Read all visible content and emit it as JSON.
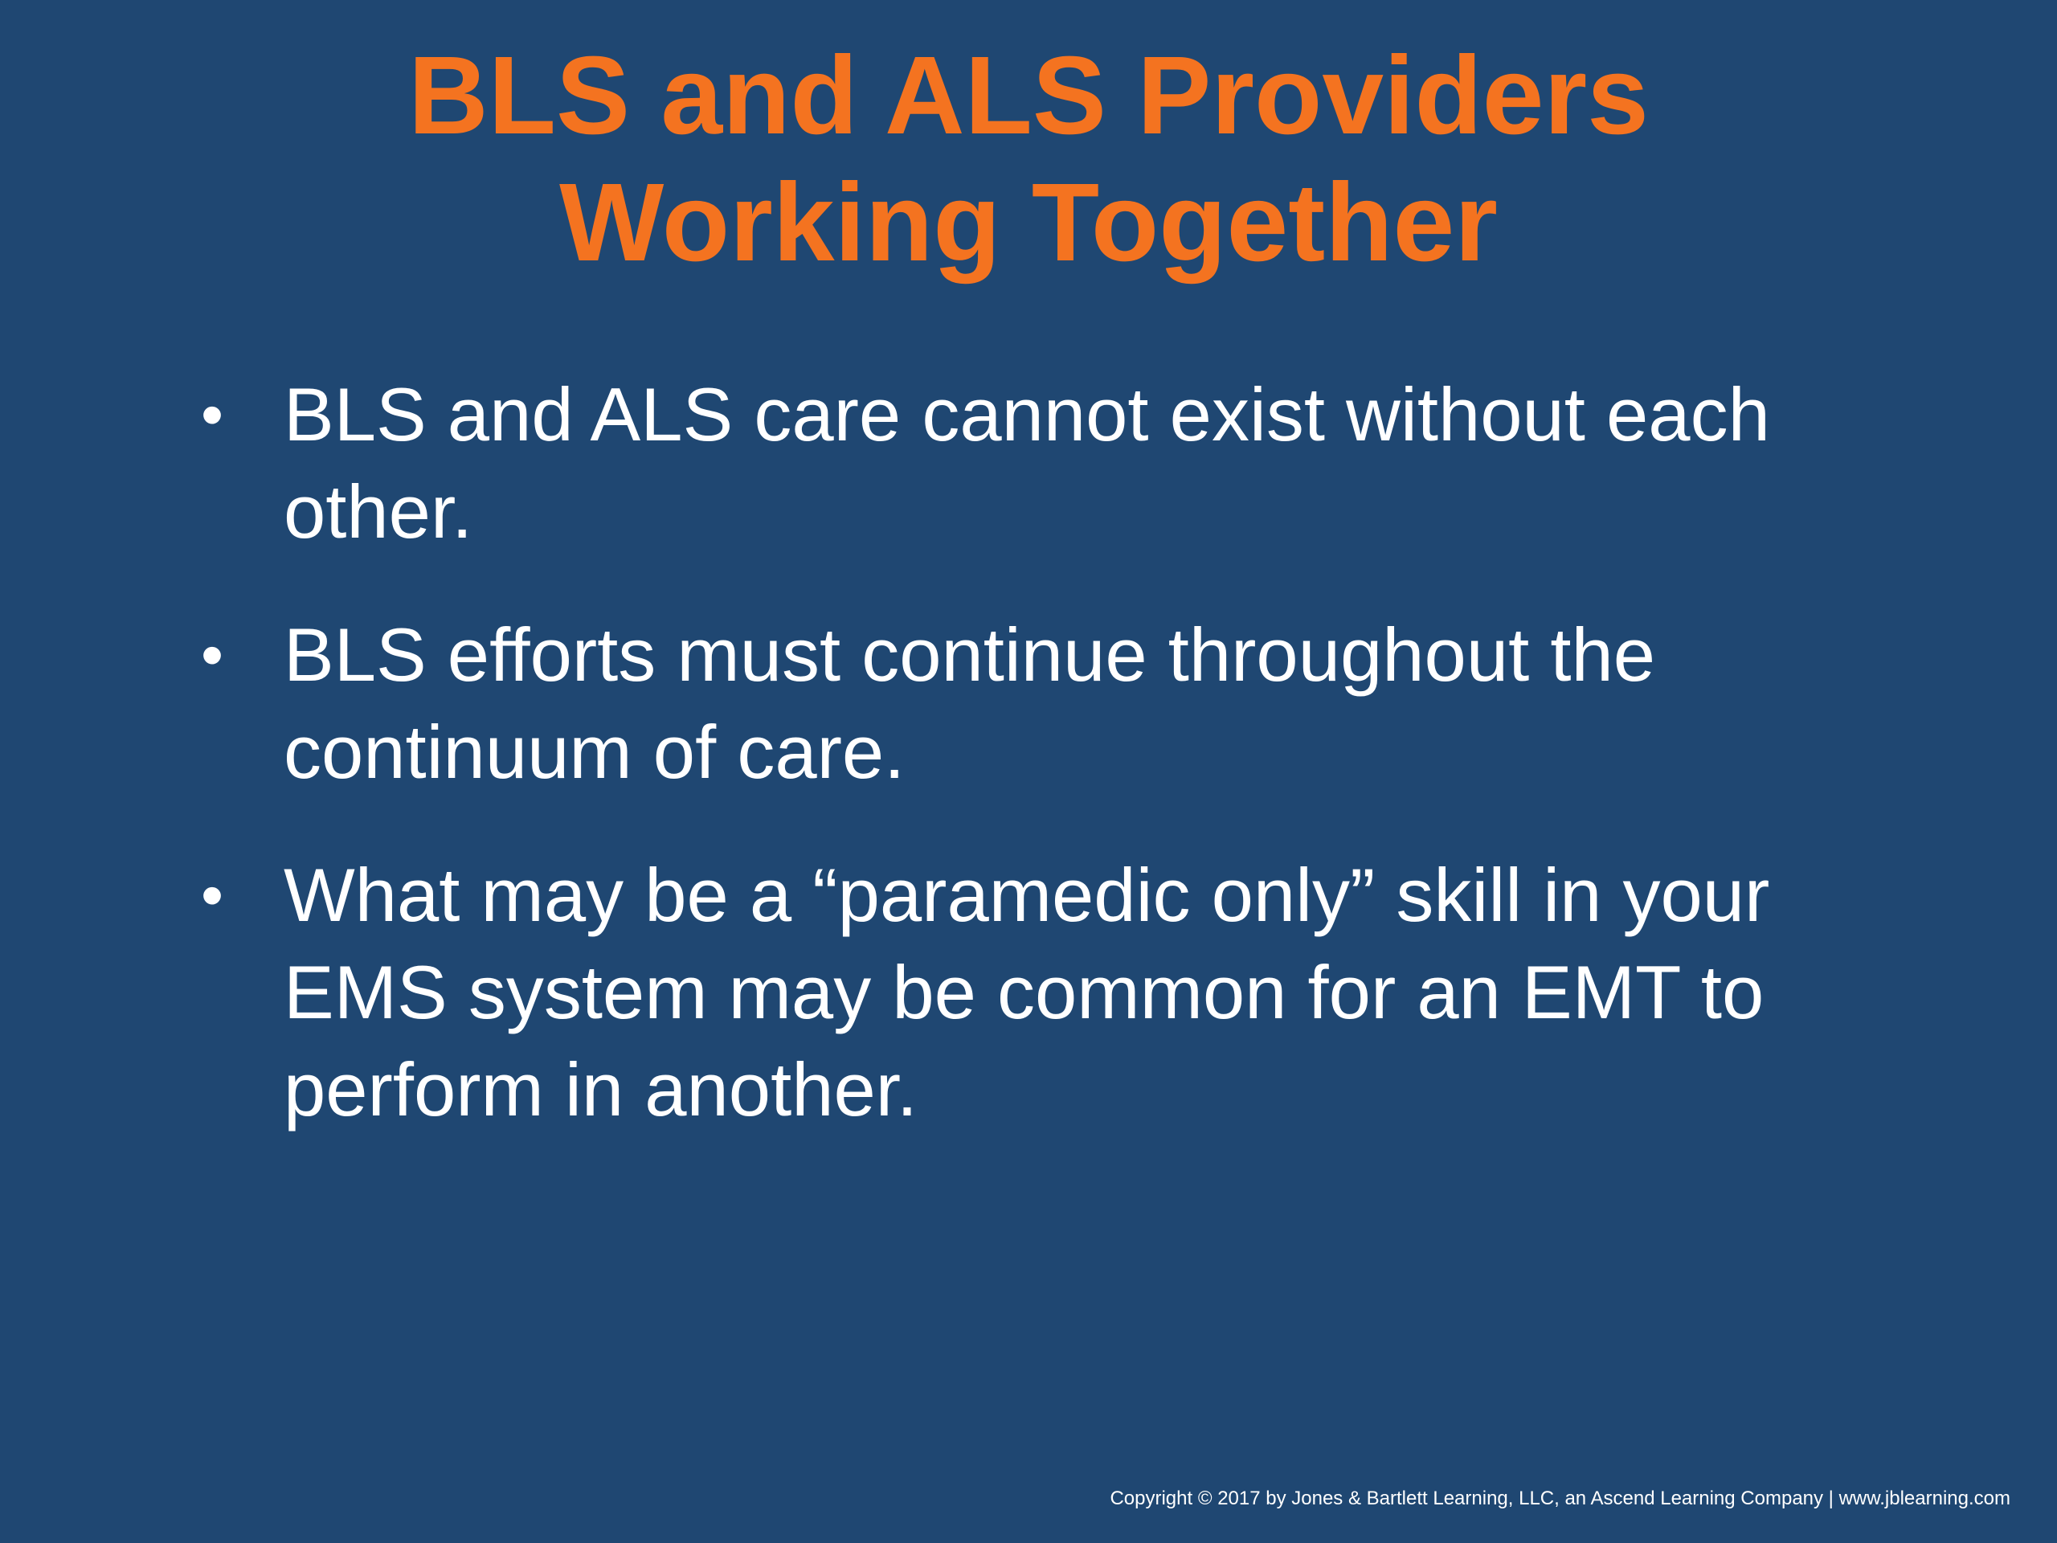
{
  "slide": {
    "title_line1": "BLS and ALS Providers",
    "title_line2": "Working Together",
    "bullets": [
      "BLS and ALS care cannot exist without each other.",
      "BLS efforts must continue throughout the continuum of care.",
      "What may be a “paramedic only” skill in your EMS system may be common for an EMT to perform in another."
    ],
    "bullet_symbol": "•",
    "footer": "Copyright © 2017 by Jones & Bartlett Learning, LLC, an Ascend Learning Company  |  www.jblearning.com"
  },
  "colors": {
    "background": "#1f4772",
    "title": "#f47320",
    "text": "#ffffff"
  }
}
